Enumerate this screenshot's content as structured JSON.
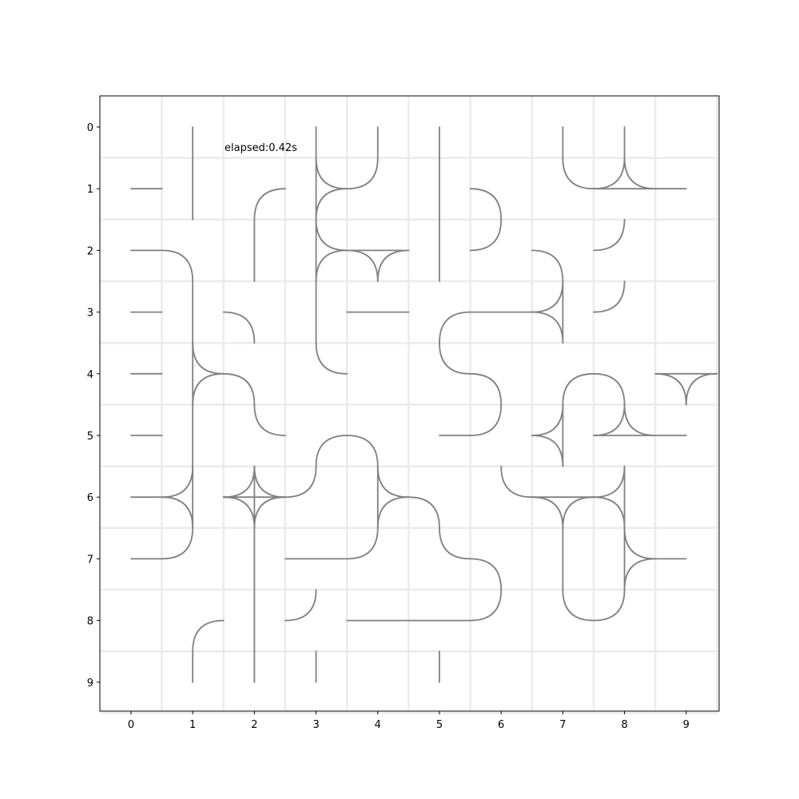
{
  "annotation": "elapsed:0.42s",
  "colors": {
    "pipe": "#808080",
    "grid": "#ebebeb",
    "frame": "#000000",
    "background": "#ffffff"
  },
  "axes": {
    "x_ticks": [
      0,
      1,
      2,
      3,
      4,
      5,
      6,
      7,
      8,
      9
    ],
    "y_ticks": [
      0,
      1,
      2,
      3,
      4,
      5,
      6,
      7,
      8,
      9
    ],
    "x_range": [
      -0.5,
      9.5
    ],
    "y_range": [
      9.5,
      -0.5
    ],
    "y_inverted": true,
    "minor_grid_at_half": true
  },
  "tiles": [
    [
      [],
      [
        "S"
      ],
      [],
      [
        "S"
      ],
      [
        "S"
      ],
      [
        "S"
      ],
      [],
      [
        "S"
      ],
      [
        "S"
      ],
      []
    ],
    [
      [
        "E"
      ],
      [
        "N",
        "S"
      ],
      [
        "E",
        "S"
      ],
      [
        "N",
        "E",
        "S"
      ],
      [
        "N",
        "W"
      ],
      [
        "N",
        "S"
      ],
      [
        "W",
        "S"
      ],
      [
        "N",
        "E"
      ],
      [
        "N",
        "E",
        "W"
      ],
      [
        "W"
      ]
    ],
    [
      [
        "E"
      ],
      [
        "S",
        "W"
      ],
      [
        "S",
        "N"
      ],
      [
        "N",
        "E",
        "S"
      ],
      [
        "E",
        "W",
        "S"
      ],
      [
        "S",
        "N"
      ],
      [
        "W",
        "N"
      ],
      [
        "W",
        "S"
      ],
      [
        "N",
        "W"
      ],
      []
    ],
    [
      [
        "E"
      ],
      [
        "N",
        "S"
      ],
      [
        "W",
        "S"
      ],
      [
        "N",
        "S"
      ],
      [
        "E",
        "W"
      ],
      [
        "S",
        "E"
      ],
      [
        "E",
        "W"
      ],
      [
        "N",
        "S",
        "W"
      ],
      [
        "W",
        "N"
      ],
      []
    ],
    [
      [
        "E"
      ],
      [
        "E",
        "N",
        "S"
      ],
      [
        "W",
        "S"
      ],
      [
        "E",
        "N"
      ],
      [],
      [
        "E",
        "N"
      ],
      [
        "W",
        "S"
      ],
      [
        "E",
        "S"
      ],
      [
        "W",
        "S"
      ],
      [
        "W",
        "S",
        "E"
      ]
    ],
    [
      [
        "E"
      ],
      [
        "S",
        "N"
      ],
      [
        "E",
        "N"
      ],
      [
        "E",
        "S"
      ],
      [
        "W",
        "S"
      ],
      [
        "E"
      ],
      [
        "N",
        "W"
      ],
      [
        "W",
        "N",
        "S"
      ],
      [
        "E",
        "W",
        "N"
      ],
      [
        "W"
      ]
    ],
    [
      [
        "E"
      ],
      [
        "S",
        "N",
        "W"
      ],
      [
        "E",
        "W",
        "S",
        "N"
      ],
      [
        "W",
        "N"
      ],
      [
        "N",
        "E",
        "S"
      ],
      [
        "W",
        "S"
      ],
      [
        "E",
        "N"
      ],
      [
        "W",
        "S",
        "E"
      ],
      [
        "W",
        "N",
        "S"
      ],
      []
    ],
    [
      [
        "E"
      ],
      [
        "N",
        "W"
      ],
      [
        "S",
        "N"
      ],
      [
        "E",
        "W"
      ],
      [
        "W",
        "N"
      ],
      [
        "E",
        "N"
      ],
      [
        "S",
        "W"
      ],
      [
        "N",
        "S"
      ],
      [
        "E",
        "N",
        "S"
      ],
      [
        "W"
      ]
    ],
    [
      [],
      [
        "E",
        "S"
      ],
      [
        "S",
        "N"
      ],
      [
        "N",
        "W"
      ],
      [
        "E",
        "W"
      ],
      [
        "E",
        "W"
      ],
      [
        "W",
        "N"
      ],
      [
        "E",
        "N"
      ],
      [
        "W",
        "N"
      ],
      []
    ],
    [
      [],
      [
        "N"
      ],
      [
        "N"
      ],
      [
        "N"
      ],
      [],
      [
        "N"
      ],
      [],
      [],
      [],
      []
    ]
  ]
}
